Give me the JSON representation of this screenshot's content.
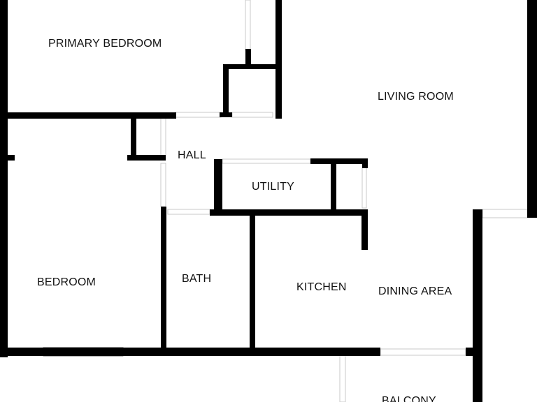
{
  "floor_plan": {
    "rooms": {
      "primary_bedroom": "PRIMARY BEDROOM",
      "living_room": "LIVING ROOM",
      "hall": "HALL",
      "utility": "UTILITY",
      "bedroom": "BEDROOM",
      "bath": "BATH",
      "kitchen": "KITCHEN",
      "dining_area": "DINING AREA",
      "balcony": "BALCONY"
    },
    "colors": {
      "wall": "#000000",
      "background": "#ffffff",
      "opening": "#d9d9d9",
      "label": "#111111"
    }
  }
}
